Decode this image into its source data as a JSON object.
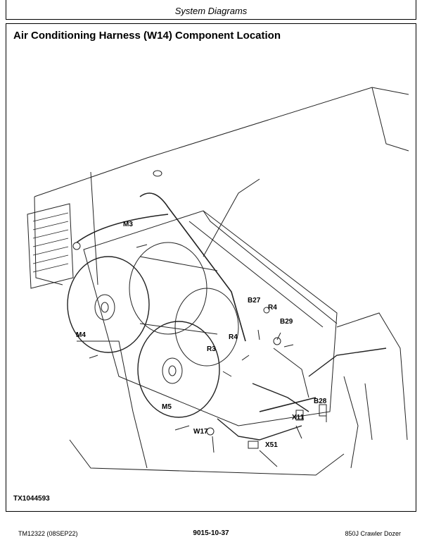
{
  "header": {
    "section_title": "System Diagrams"
  },
  "figure": {
    "title": "Air Conditioning Harness (W14) Component Location",
    "figure_id": "TX1044593",
    "labels": {
      "m3": "M3",
      "m4": "M4",
      "m5": "M5",
      "b27": "B27",
      "b28": "B28",
      "b29": "B29",
      "r3": "R3",
      "r4_left": "R4",
      "r4_right": "R4",
      "w17": "W17",
      "x11": "X11",
      "x51": "X51"
    }
  },
  "footer": {
    "doc_code": "TM12322 (08SEP22)",
    "page_number": "9015-10-37",
    "machine": "850J Crawler Dozer"
  }
}
